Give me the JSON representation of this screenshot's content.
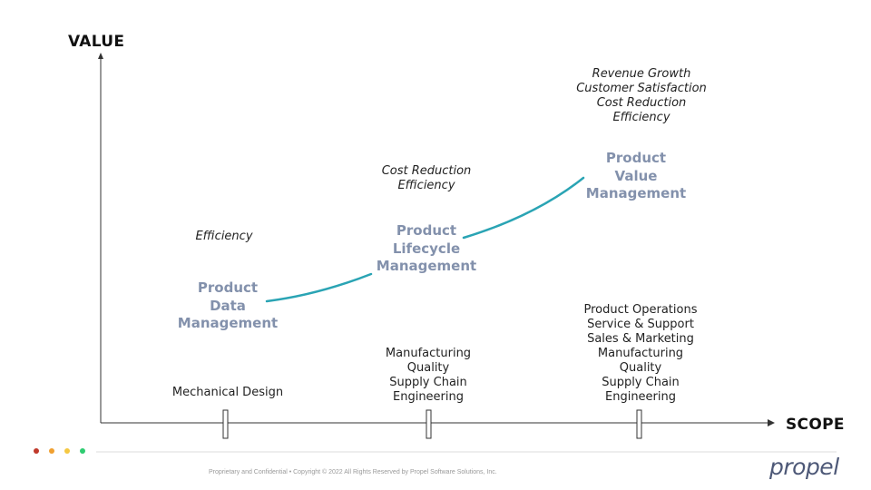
{
  "axes": {
    "y_title": "VALUE",
    "x_title": "SCOPE"
  },
  "stages": [
    {
      "name_lines": [
        "Product",
        "Data",
        "Management"
      ],
      "benefits": [
        "Efficiency"
      ],
      "scope": [
        "Mechanical Design"
      ]
    },
    {
      "name_lines": [
        "Product",
        "Lifecycle",
        "Management"
      ],
      "benefits": [
        "Cost Reduction",
        "Efficiency"
      ],
      "scope": [
        "Manufacturing",
        "Quality",
        "Supply Chain",
        "Engineering"
      ]
    },
    {
      "name_lines": [
        "Product",
        "Value",
        "Management"
      ],
      "benefits": [
        "Revenue Growth",
        "Customer Satisfaction",
        "Cost Reduction",
        "Efficiency"
      ],
      "scope": [
        "Product Operations",
        "Service & Support",
        "Sales & Marketing",
        "Manufacturing",
        "Quality",
        "Supply Chain",
        "Engineering"
      ]
    }
  ],
  "colors": {
    "stage_text": "#8391ac",
    "curve": "#2aa4b4",
    "dots": [
      "#c0392b",
      "#f0a030",
      "#f5c842",
      "#2ecc71"
    ]
  },
  "footer": {
    "text": "Proprietary and Confidential • Copyright © 2022 All Rights Reserved by Propel Software Solutions, Inc."
  },
  "logo": {
    "text": "propel"
  }
}
